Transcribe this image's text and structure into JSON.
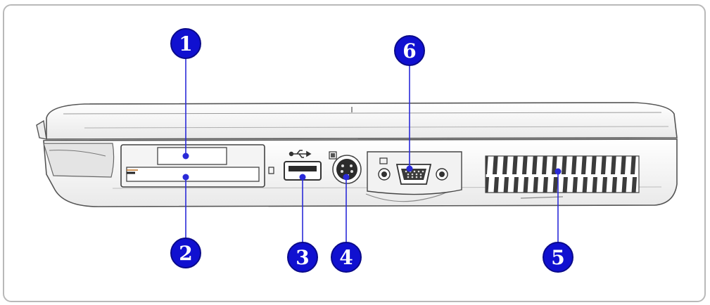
{
  "colors": {
    "callout_fill": "#1010d0",
    "callout_dark": "#0a0a8a",
    "leader_line": "#2a2ad8",
    "outline": "#555555",
    "frame_border": "#b9b9b9"
  },
  "callouts": [
    {
      "id": "1",
      "label": "1",
      "target": "pc-card-slot-upper"
    },
    {
      "id": "2",
      "label": "2",
      "target": "pc-card-slot-lower"
    },
    {
      "id": "3",
      "label": "3",
      "target": "usb-port"
    },
    {
      "id": "4",
      "label": "4",
      "target": "s-video-port"
    },
    {
      "id": "5",
      "label": "5",
      "target": "ventilator"
    },
    {
      "id": "6",
      "label": "6",
      "target": "vga-port"
    }
  ],
  "icons": {
    "usb": "usb-icon",
    "s_video": "s-video-icon",
    "monitor": "monitor-icon",
    "lock": "kensington-lock-icon"
  }
}
